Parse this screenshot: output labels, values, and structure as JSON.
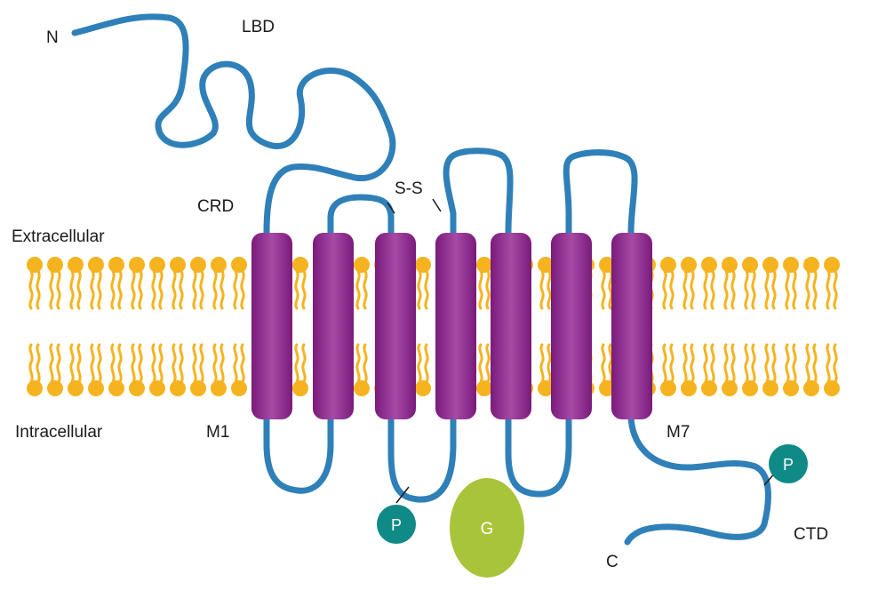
{
  "labels": {
    "n_terminus": "N",
    "lbd": "LBD",
    "crd": "CRD",
    "disulfide": "S-S",
    "extracellular": "Extracellular",
    "intracellular": "Intracellular",
    "m1": "M1",
    "m7": "M7",
    "c_terminus": "C",
    "ctd": "CTD",
    "phospho": "P",
    "g_protein": "G"
  },
  "colors": {
    "chain": "#2f80b9",
    "helix": "#8b1e8b",
    "helix_highlight": "#a64aa6",
    "lipid": "#f5b31f",
    "phospho": "#0f8a86",
    "g_protein": "#a8c43a",
    "text": "#1a1a1a"
  },
  "membrane": {
    "helix_count": 7
  }
}
